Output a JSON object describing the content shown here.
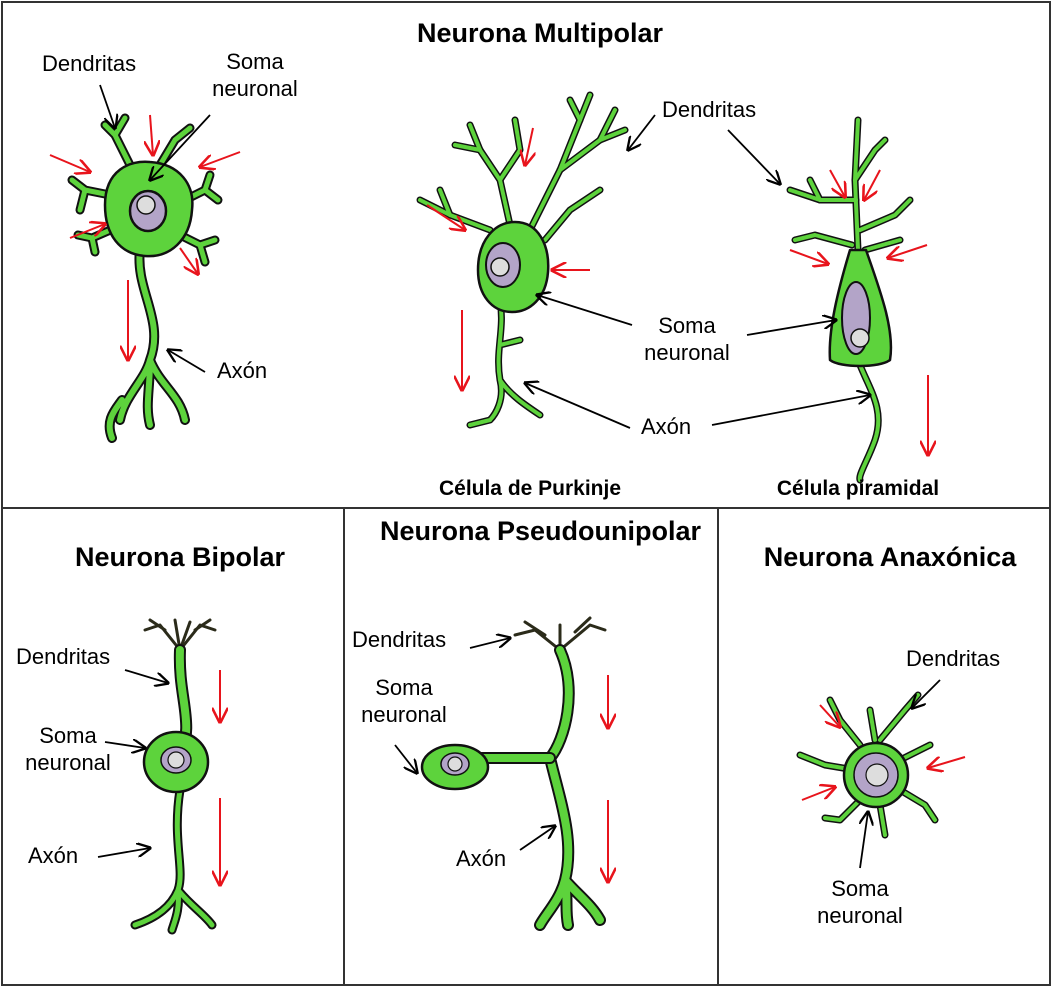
{
  "colors": {
    "neuron_fill": "#5dd33c",
    "neuron_stroke": "#111111",
    "nucleus_fill": "#b3a4c8",
    "nucleolus_fill": "#dddddd",
    "signal_arrow": "#e8141c",
    "pointer_arrow": "#000000",
    "border": "#333333"
  },
  "multipolar": {
    "title": "Neurona Multipolar",
    "generic": {
      "dendrites_label": "Dendritas",
      "soma_label": "Soma\nneuronal",
      "axon_label": "Axón"
    },
    "purkinje": {
      "caption": "Célula de Purkinje"
    },
    "pyramidal": {
      "caption": "Célula piramidal"
    },
    "shared_labels": {
      "dendrites": "Dendritas",
      "soma": "Soma\nneuronal",
      "axon": "Axón"
    }
  },
  "bipolar": {
    "title": "Neurona Bipolar",
    "dendrites_label": "Dendritas",
    "soma_label": "Soma\nneuronal",
    "axon_label": "Axón"
  },
  "pseudounipolar": {
    "title": "Neurona\nPseudounipolar",
    "dendrites_label": "Dendritas",
    "soma_label": "Soma\nneuronal",
    "axon_label": "Axón"
  },
  "anaxonic": {
    "title": "Neurona\nAnaxónica",
    "dendrites_label": "Dendritas",
    "soma_label": "Soma\nneuronal"
  }
}
